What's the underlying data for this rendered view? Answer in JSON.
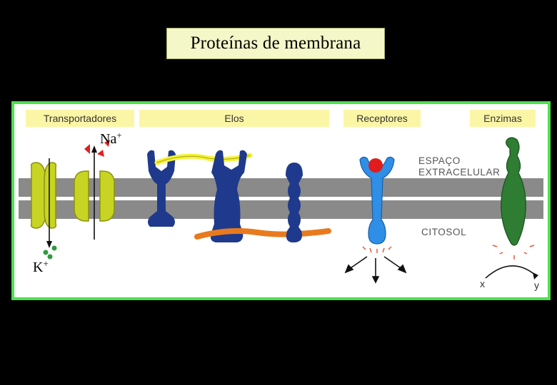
{
  "title": "Proteínas de membrana",
  "categories": {
    "transporters": "Transportadores",
    "links": "Elos",
    "receptors": "Receptores",
    "enzymes": "Enzimas"
  },
  "regions": {
    "extracellular_line1": "ESPAÇO",
    "extracellular_line2": "EXTRACELULAR",
    "cytosol": "CITOSOL"
  },
  "ions": {
    "sodium": "Na",
    "potassium": "K",
    "charge": "+"
  },
  "reaction": {
    "substrate": "x",
    "product": "y"
  },
  "colors": {
    "background": "#000000",
    "panel_border": "#4fe04f",
    "title_box": "#f4f7c8",
    "header_bg": "#fbf6a6",
    "membrane": "#8a8a8a",
    "transporter": "#c8d424",
    "link_protein": "#1f3a8c",
    "yellow_filament": "#f5f23a",
    "orange_filament": "#e87a1e",
    "receptor": "#2f8ee6",
    "ligand": "#e21b1b",
    "enzyme": "#2e7d32",
    "sodium_ion": "#e02020",
    "potassium_ion": "#2e9a3e"
  }
}
